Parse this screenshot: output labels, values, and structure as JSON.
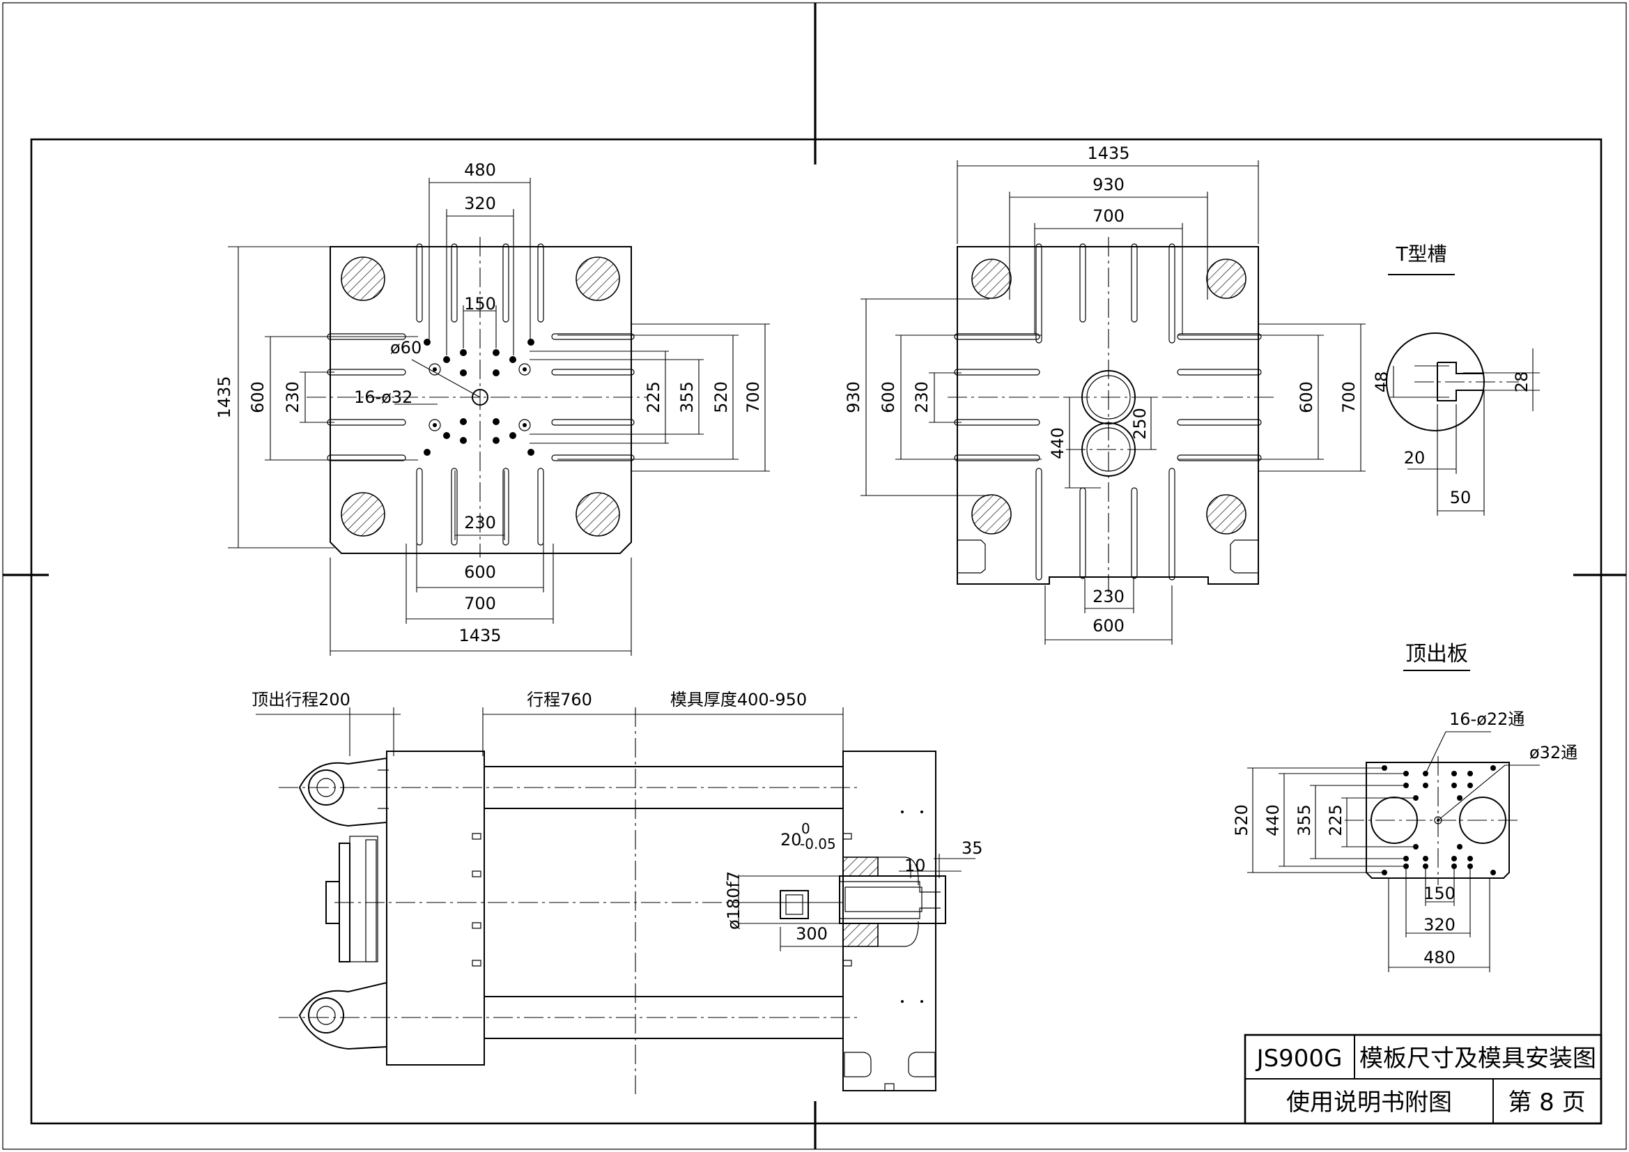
{
  "title_block": {
    "model": "JS900G",
    "drawing_title": "模板尺寸及模具安装图",
    "subtitle": "使用说明书附图",
    "page": "第 8 页"
  },
  "moving_platen": {
    "dim_480": "480",
    "dim_320": "320",
    "dim_150": "150",
    "dim_1435_v": "1435",
    "dim_600_v": "600",
    "dim_230_v": "230",
    "dim_225": "225",
    "dim_355": "355",
    "dim_520": "520",
    "dim_700_v": "700",
    "dim_230_bottom": "230",
    "dim_600_bottom": "600",
    "dim_700_bottom": "700",
    "dim_1435_bottom": "1435",
    "hole_60": "ø60",
    "holes_32": "16-ø32"
  },
  "fixed_platen": {
    "dim_1435": "1435",
    "dim_930": "930",
    "dim_700": "700",
    "dim_930_v": "930",
    "dim_600_v": "600",
    "dim_230_v": "230",
    "dim_440": "440",
    "dim_250": "250",
    "dim_600_right": "600",
    "dim_700_right": "700",
    "dim_230_bottom": "230",
    "dim_600_bottom": "600"
  },
  "t_slot": {
    "label": "T型槽",
    "dim_48": "48",
    "dim_28": "28",
    "dim_20": "20",
    "dim_50": "50"
  },
  "ejector_plate": {
    "label": "顶出板",
    "holes_22": "16-ø22通",
    "hole_32": "ø32通",
    "dim_520": "520",
    "dim_440": "440",
    "dim_355": "355",
    "dim_225": "225",
    "dim_150": "150",
    "dim_320": "320",
    "dim_480": "480"
  },
  "side_view": {
    "ejector_stroke": "顶出行程200",
    "stroke": "行程760",
    "mold_thickness": "模具厚度400-950",
    "tol_20": "20",
    "tol_upper": "0",
    "tol_lower": "-0.05",
    "dim_35": "35",
    "dim_10": "10",
    "dim_180f7": "ø180f7",
    "dim_300": "300"
  }
}
